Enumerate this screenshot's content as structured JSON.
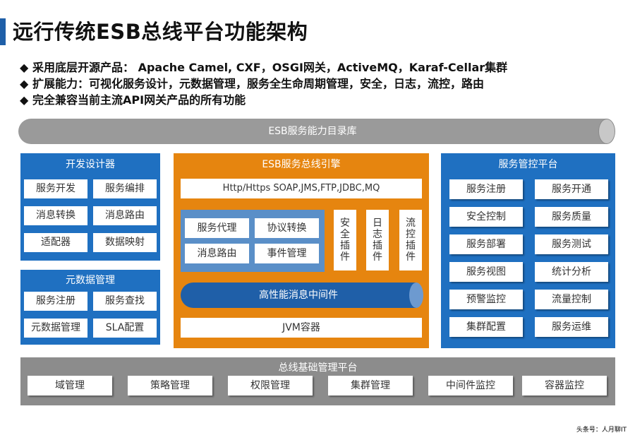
{
  "title": "远行传统ESB总线平台功能架构",
  "bullets": [
    "采用底层开源产品： Apache Camel, CXF，OSGI网关，ActiveMQ，Karaf-Cellar集群",
    "扩展能力：可视化服务设计，元数据管理，服务全生命周期管理，安全，日志，流控，路由",
    "完全兼容当前主流API网关产品的所有功能"
  ],
  "bullet_marker": "◆",
  "catalog": "ESB服务能力目录库",
  "dev": {
    "title": "开发设计器",
    "items": [
      "服务开发",
      "服务编排",
      "消息转换",
      "消息路由",
      "适配器",
      "数据映射"
    ]
  },
  "meta": {
    "title": "元数据管理",
    "items": [
      "服务注册",
      "服务查找",
      "元数据管理",
      "SLA配置"
    ]
  },
  "engine": {
    "title": "ESB服务总线引擎",
    "protocols": "Http/Https  SOAP,JMS,FTP,JDBC,MQ",
    "core": [
      "服务代理",
      "协议转换",
      "消息路由",
      "事件管理"
    ],
    "plugins": [
      "安全插件",
      "日志插件",
      "流控插件"
    ],
    "middleware": "高性能消息中间件",
    "jvm": "JVM容器"
  },
  "gov": {
    "title": "服务管控平台",
    "items": [
      "服务注册",
      "服务开通",
      "安全控制",
      "服务质量",
      "服务部署",
      "服务测试",
      "服务视图",
      "统计分析",
      "预警监控",
      "流量控制",
      "集群配置",
      "服务运维"
    ]
  },
  "base": {
    "title": "总线基础管理平台",
    "items": [
      "域管理",
      "策略管理",
      "权限管理",
      "集群管理",
      "中间件监控",
      "容器监控"
    ]
  },
  "watermark": "头条号：人月聊IT",
  "colors": {
    "blue": "#1f70c1",
    "orange": "#e6850f",
    "gray": "#8c8c8c",
    "accent": "#1f5fa8"
  }
}
